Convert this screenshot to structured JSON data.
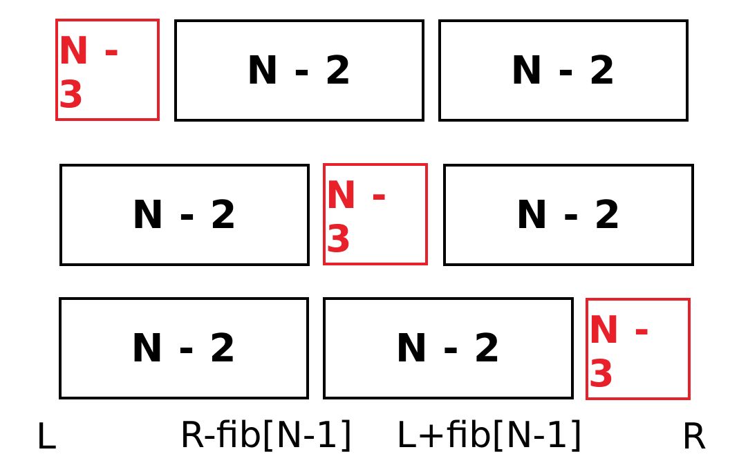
{
  "colors": {
    "small_box": "#e8202a",
    "large_box": "#000000"
  },
  "rows": [
    {
      "boxes": [
        {
          "label": "N - 3",
          "kind": "small"
        },
        {
          "label": "N - 2",
          "kind": "large"
        },
        {
          "label": "N - 2",
          "kind": "large"
        }
      ]
    },
    {
      "boxes": [
        {
          "label": "N - 2",
          "kind": "large"
        },
        {
          "label": "N - 3",
          "kind": "small"
        },
        {
          "label": "N - 2",
          "kind": "large"
        }
      ]
    },
    {
      "boxes": [
        {
          "label": "N - 2",
          "kind": "large"
        },
        {
          "label": "N - 2",
          "kind": "large"
        },
        {
          "label": "N - 3",
          "kind": "small"
        }
      ]
    }
  ],
  "axis_labels": {
    "left": "L",
    "inner_left": "R-fib[N-1]",
    "inner_right": "L+fib[N-1]",
    "right": "R"
  }
}
